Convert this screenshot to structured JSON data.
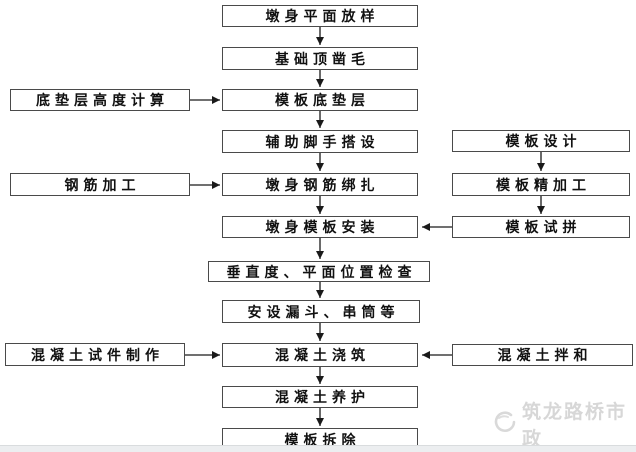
{
  "colors": {
    "background": "#ffffff",
    "box-border": "#4a4a4a",
    "box-fill": "#ffffff",
    "text": "#111111",
    "arrow": "#1a1a1a",
    "watermark": "#d7d7d7",
    "bottom-bar": "#eceef0",
    "bottom-bar-line": "#d9dcde"
  },
  "flowchart": {
    "type": "process-flow-diagram",
    "main_steps": [
      {
        "label": "墩身平面放样"
      },
      {
        "label": "基础顶凿毛"
      },
      {
        "label": "模板底垫层"
      },
      {
        "label": "辅助脚手搭设"
      },
      {
        "label": "墩身钢筋绑扎"
      },
      {
        "label": "墩身模板安装"
      },
      {
        "label": "垂直度、平面位置检查"
      },
      {
        "label": "安设漏斗、串筒等"
      },
      {
        "label": "混凝土浇筑"
      },
      {
        "label": "混凝土养护"
      },
      {
        "label": "模板拆除"
      }
    ],
    "left_inputs": [
      {
        "label": "底垫层高度计算",
        "feeds": "模板底垫层"
      },
      {
        "label": "钢筋加工",
        "feeds": "墩身钢筋绑扎"
      },
      {
        "label": "混凝土试件制作",
        "feeds": "混凝土浇筑"
      }
    ],
    "right_inputs": [
      {
        "label": "模板设计",
        "feeds": "模板精加工"
      },
      {
        "label": "模板精加工",
        "feeds": "模板试拼"
      },
      {
        "label": "模板试拼",
        "feeds": "墩身模板安装"
      },
      {
        "label": "混凝土拌和",
        "feeds": "混凝土浇筑"
      }
    ],
    "connections": [
      "墩身平面放样 → 基础顶凿毛 → 模板底垫层 → 辅助脚手搭设 → 墩身钢筋绑扎 → 墩身模板安装 → 垂直度、平面位置检查 → 安设漏斗、串筒等 → 混凝土浇筑 → 混凝土养护 → 模板拆除",
      "底垫层高度计算 → 模板底垫层",
      "钢筋加工 → 墩身钢筋绑扎",
      "混凝土试件制作 → 混凝土浇筑",
      "模板设计 → 模板精加工 → 模板试拼 → 墩身模板安装",
      "混凝土拌和 → 混凝土浇筑"
    ]
  },
  "watermark": {
    "text": "筑龙路桥市政"
  }
}
